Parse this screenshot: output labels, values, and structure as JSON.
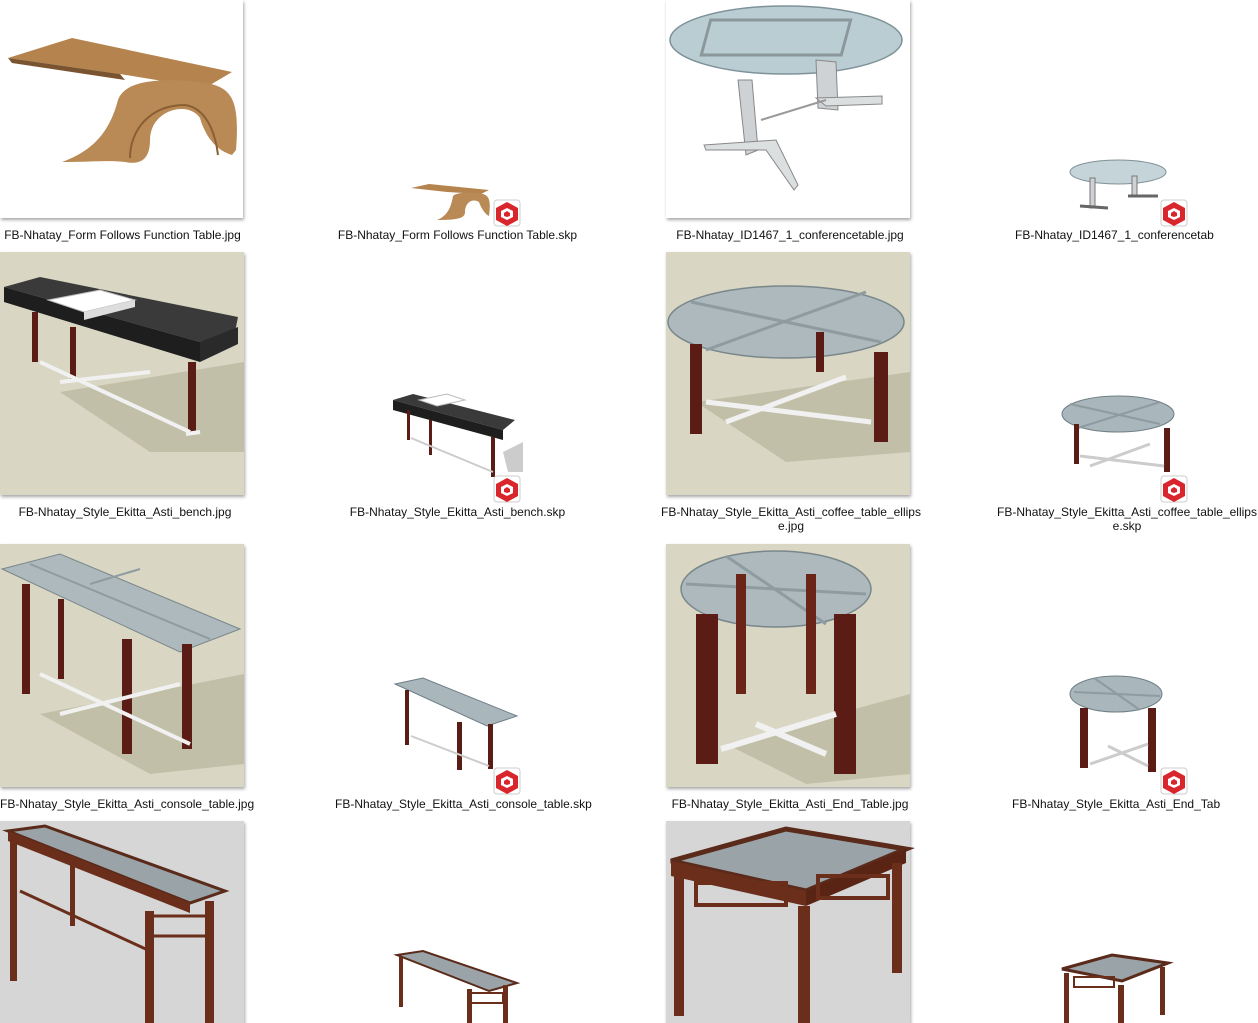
{
  "files": [
    {
      "caption": "FB-Nhatay_Form Follows Function Table.jpg",
      "kind": "jpg",
      "preview": "wood-sculpture-table"
    },
    {
      "caption": "FB-Nhatay_Form Follows Function Table.skp",
      "kind": "skp",
      "preview": "wood-sculpture-table"
    },
    {
      "caption": "FB-Nhatay_ID1467_1_conferencetable.jpg",
      "kind": "jpg",
      "preview": "glass-conference-table"
    },
    {
      "caption": "FB-Nhatay_ID1467_1_conferencetab",
      "kind": "skp",
      "preview": "glass-conference-table"
    },
    {
      "caption": "FB-Nhatay_Style_Ekitta_Asti_bench.jpg",
      "kind": "jpg",
      "preview": "black-bench"
    },
    {
      "caption": "FB-Nhatay_Style_Ekitta_Asti_bench.skp",
      "kind": "skp",
      "preview": "black-bench"
    },
    {
      "caption": "FB-Nhatay_Style_Ekitta_Asti_coffee_table_ellipse.jpg",
      "kind": "jpg",
      "preview": "glass-ellipse-coffee-table"
    },
    {
      "caption": "FB-Nhatay_Style_Ekitta_Asti_coffee_table_ellipse.skp",
      "kind": "skp",
      "preview": "glass-ellipse-coffee-table"
    },
    {
      "caption": "FB-Nhatay_Style_Ekitta_Asti_console_table.jpg",
      "kind": "jpg",
      "preview": "glass-console-table"
    },
    {
      "caption": "FB-Nhatay_Style_Ekitta_Asti_console_table.skp",
      "kind": "skp",
      "preview": "glass-console-table"
    },
    {
      "caption": "FB-Nhatay_Style_Ekitta_Asti_End_Table.jpg",
      "kind": "jpg",
      "preview": "glass-round-end-table"
    },
    {
      "caption": "FB-Nhatay_Style_Ekitta_Asti_End_Tab",
      "kind": "skp",
      "preview": "glass-round-end-table"
    },
    {
      "caption": "",
      "kind": "jpg",
      "preview": "wood-glass-console"
    },
    {
      "caption": "",
      "kind": "skp",
      "preview": "wood-glass-console"
    },
    {
      "caption": "",
      "kind": "jpg",
      "preview": "wood-glass-dining-table"
    },
    {
      "caption": "",
      "kind": "skp",
      "preview": "wood-glass-dining-table"
    }
  ],
  "colors": {
    "sketchup_red": "#d9262c",
    "sketch_background": "#d9d6c3",
    "wood": "#b5834d",
    "dark_wood": "#5a1c14",
    "glass": "#a9b6bc"
  }
}
